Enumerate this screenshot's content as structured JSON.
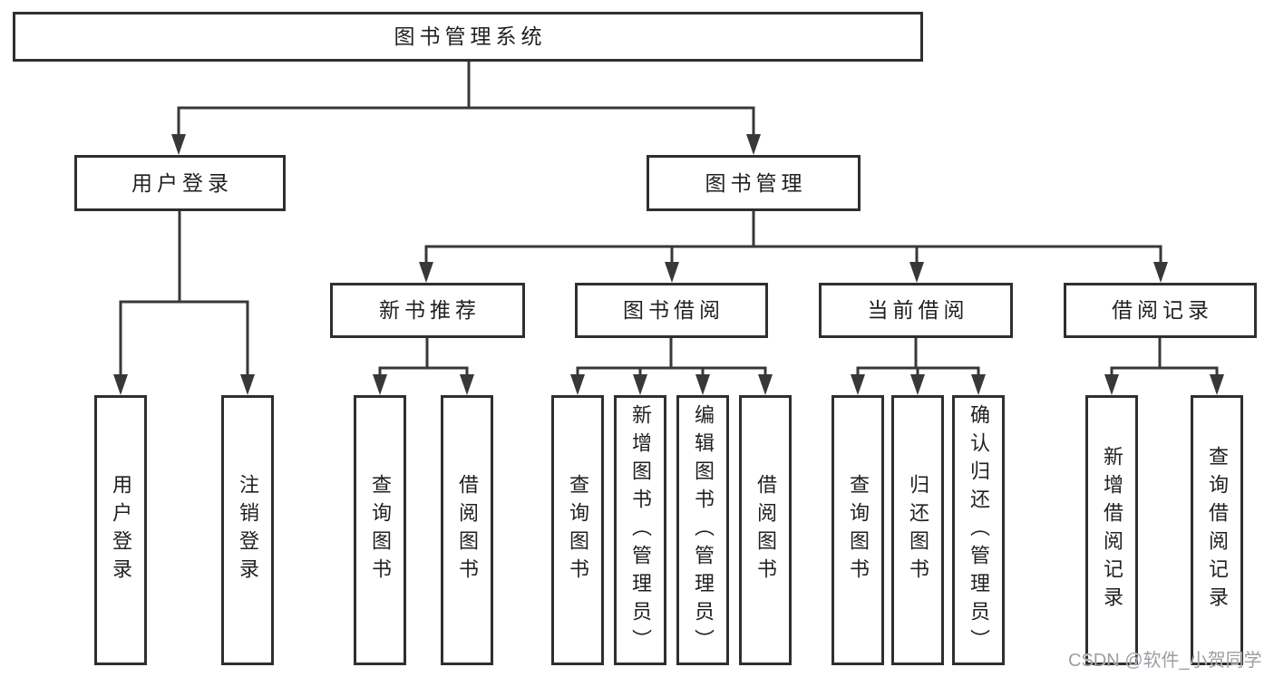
{
  "colors": {
    "line": "#383838",
    "box_border": "#2f2f2f",
    "text": "#1f2022",
    "watermark": "#9b9fa3",
    "background": "#ffffff"
  },
  "watermark": {
    "text": "CSDN @软件_小贺同学"
  },
  "tree": {
    "root": {
      "label": "图书管理系统"
    },
    "user_login": {
      "label": "用户登录"
    },
    "book_mgmt": {
      "label": "图书管理"
    },
    "leaf_user_login": {
      "label": "用户登录"
    },
    "leaf_logout": {
      "label": "注销登录"
    },
    "new_books": {
      "label": "新书推荐"
    },
    "book_borrow": {
      "label": "图书借阅"
    },
    "current_borrow": {
      "label": "当前借阅"
    },
    "borrow_records": {
      "label": "借阅记录"
    },
    "nb_query": {
      "label": "查询图书"
    },
    "nb_borrow": {
      "label": "借阅图书"
    },
    "bb_query": {
      "label": "查询图书"
    },
    "bb_add": {
      "label": "新增图书（管理员）"
    },
    "bb_edit": {
      "label": "编辑图书（管理员）"
    },
    "bb_borrow": {
      "label": "借阅图书"
    },
    "cb_query": {
      "label": "查询图书"
    },
    "cb_return": {
      "label": "归还图书"
    },
    "cb_confirm": {
      "label": "确认归还（管理员）"
    },
    "br_add": {
      "label": "新增借阅记录"
    },
    "br_query": {
      "label": "查询借阅记录"
    }
  }
}
